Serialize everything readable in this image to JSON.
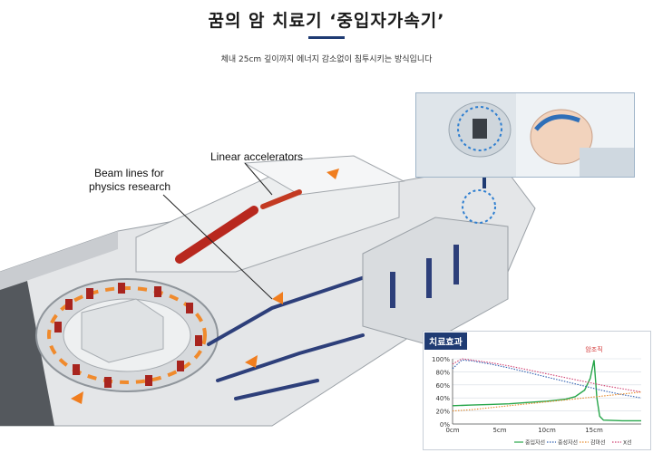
{
  "header": {
    "title": "꿈의 암 치료기 ‘중입자가속기’",
    "subtitle": "체내 25cm 깊이까지 에너지 감소없이 침투시키는 방식입니다"
  },
  "illustration": {
    "labels": {
      "linear_accelerators": "Linear accelerators",
      "beam_lines_line1": "Beam lines for",
      "beam_lines_line2": "physics research"
    }
  },
  "chart_data": {
    "type": "line",
    "title": "치료효과",
    "x_ticks": [
      "0cm",
      "5cm",
      "10cm",
      "15cm"
    ],
    "y_ticks": [
      "0%",
      "20%",
      "40%",
      "60%",
      "80%",
      "100%"
    ],
    "xlim": [
      0,
      20
    ],
    "ylim": [
      0,
      100
    ],
    "peak_label": "암조직",
    "series": [
      {
        "name": "중입자선",
        "color": "#27a64a",
        "style": "solid",
        "x": [
          0,
          2,
          4,
          6,
          8,
          10,
          12,
          13,
          14,
          14.6,
          15,
          15.3,
          15.6,
          16,
          18,
          20
        ],
        "y": [
          28,
          29,
          30,
          31,
          33,
          35,
          38,
          42,
          52,
          70,
          98,
          40,
          12,
          6,
          5,
          5
        ]
      },
      {
        "name": "중성자선",
        "color": "#2f5fb0",
        "style": "dotted",
        "x": [
          0,
          1,
          2,
          4,
          6,
          8,
          10,
          12,
          14,
          16,
          18,
          20
        ],
        "y": [
          85,
          98,
          97,
          92,
          86,
          79,
          72,
          65,
          58,
          51,
          45,
          40
        ]
      },
      {
        "name": "감마선",
        "color": "#e58a2a",
        "style": "dotted",
        "x": [
          0,
          2,
          4,
          6,
          8,
          10,
          12,
          14,
          16,
          18,
          20
        ],
        "y": [
          20,
          22,
          25,
          28,
          31,
          34,
          37,
          40,
          43,
          46,
          49
        ]
      },
      {
        "name": "X선",
        "color": "#cf3f70",
        "style": "dotted",
        "x": [
          0,
          1,
          2,
          4,
          6,
          8,
          10,
          12,
          14,
          16,
          18,
          20
        ],
        "y": [
          92,
          100,
          98,
          94,
          89,
          83,
          77,
          71,
          65,
          59,
          54,
          49
        ]
      }
    ]
  }
}
